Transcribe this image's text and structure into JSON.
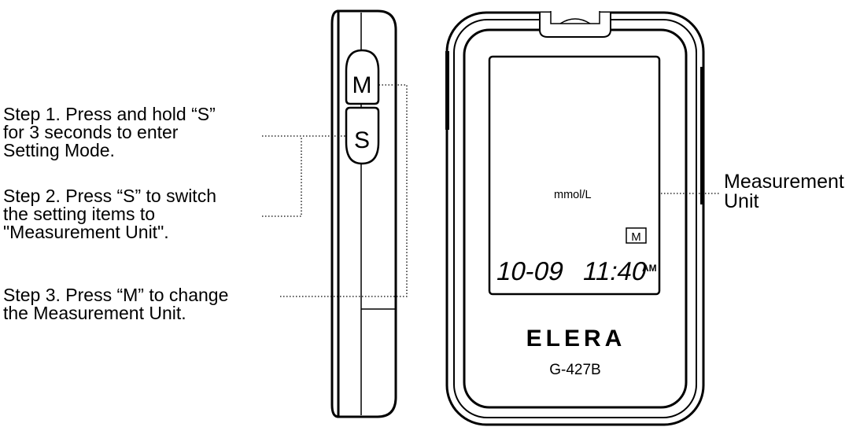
{
  "steps": [
    {
      "lines": [
        "Step 1. Press and hold “S”",
        "for 3 seconds to enter",
        "Setting Mode."
      ]
    },
    {
      "lines": [
        "Step 2. Press “S” to switch",
        "the setting items to",
        "\"Measurement Unit\"."
      ]
    },
    {
      "lines": [
        "Step 3. Press “M” to change",
        "the Measurement Unit."
      ]
    }
  ],
  "buttons": {
    "m_label": "M",
    "s_label": "S"
  },
  "display": {
    "unit": "mmol/L",
    "mode_indicator": "M",
    "date": "10-09",
    "time": "11:40",
    "ampm": "AM"
  },
  "device": {
    "brand": "ELERA",
    "model": "G-427B"
  },
  "callout": {
    "lines": [
      "Measurement",
      "Unit"
    ]
  }
}
